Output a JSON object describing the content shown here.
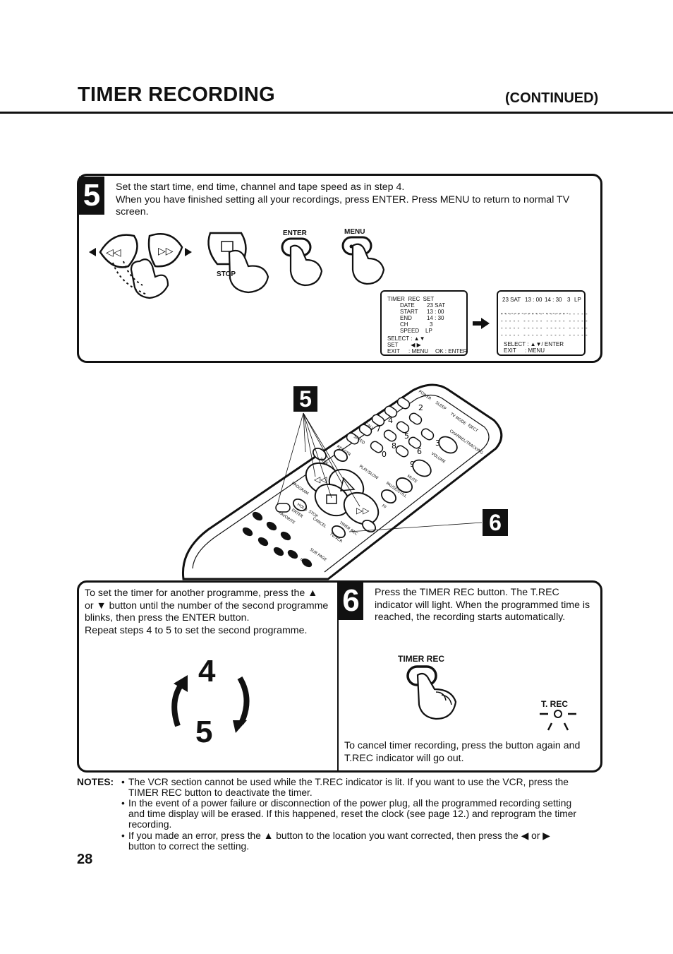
{
  "header": {
    "title": "TIMER RECORDING",
    "continued": "(CONTINUED)"
  },
  "step5": {
    "number": "5",
    "text_lines": [
      "Set the start time, end time, channel and tape speed as in step 4.",
      "When you have finished setting all your recordings, press ENTER. Press MENU to return to normal TV",
      "screen."
    ],
    "button_labels": {
      "stop": "STOP",
      "enter": "ENTER",
      "menu": "MENU"
    }
  },
  "osd1": {
    "title": "TIMER  REC  SET",
    "rows": [
      {
        "label": "DATE",
        "value": "23 SAT"
      },
      {
        "label": "START",
        "value": "13 : 00"
      },
      {
        "label": "END",
        "value": "14 : 30"
      },
      {
        "label": "CH",
        "value": "3"
      },
      {
        "label": "SPEED",
        "value": "LP"
      }
    ],
    "select": "SELECT :",
    "set": "SET",
    "exit": "EXIT",
    "exit_value": ": MENU",
    "ok": "OK : ENTER"
  },
  "osd2": {
    "first_row": [
      "23 SAT",
      "13 : 00",
      "14 : 30",
      "3",
      "LP"
    ],
    "dash_group": "- - - - -",
    "select": "SELECT :",
    "select_value": "/ ENTER",
    "exit": "EXIT",
    "exit_value": ": MENU"
  },
  "remote": {
    "callout5": "5",
    "callout6": "6",
    "labels": [
      "POWER",
      "SLEEP",
      "TV MODE",
      "EJECT",
      "CALL",
      "SPEED",
      "RECOTR",
      "REW",
      "PLAY/SLOW",
      "FF",
      "STOP",
      "PROGRAM",
      "HOLD",
      "ENTER",
      "FAVORITE",
      "CANCEL",
      "TIMER REC",
      "MUTE",
      "PAUSE/STILL",
      "TV/VCR",
      "VOLUME",
      "CHANNEL/TRACKING",
      "SUB PAGE",
      "INDEX"
    ],
    "digits": [
      "1",
      "2",
      "3",
      "4",
      "5",
      "6",
      "7",
      "8",
      "9",
      "0"
    ]
  },
  "left_panel": {
    "text_lines": [
      "To set the timer for another programme, press the",
      "or",
      "button until the number of the second programme",
      "blinks, then press the ENTER button.",
      "Repeat steps 4 to 5 to set the second programme."
    ],
    "num4": "4",
    "num5": "5"
  },
  "step6": {
    "number": "6",
    "text_lines": [
      "Press the TIMER REC button. The T.REC",
      "indicator will light. When the programmed time is",
      "reached, the recording starts automatically."
    ],
    "timer_rec_label": "TIMER REC",
    "trec_label": "T. REC",
    "cancel_lines": [
      "To cancel timer recording, press the button again and",
      "T.REC indicator will go out."
    ]
  },
  "notes": {
    "heading": "NOTES:",
    "items": [
      [
        "The VCR section cannot be used while the T.REC indicator is lit. If you want to use the VCR, press the",
        "TIMER REC button to deactivate the timer."
      ],
      [
        "In the event of a power failure or disconnection of the power plug, all the programmed recording setting",
        "and time display will be erased. If this happened, reset the clock (see page 12.) and reprogram the timer",
        "recording."
      ],
      [
        "If you made an error, press the",
        "button to the location you want corrected, then press the",
        "or",
        "button to correct the setting."
      ]
    ]
  },
  "page_number": "28"
}
